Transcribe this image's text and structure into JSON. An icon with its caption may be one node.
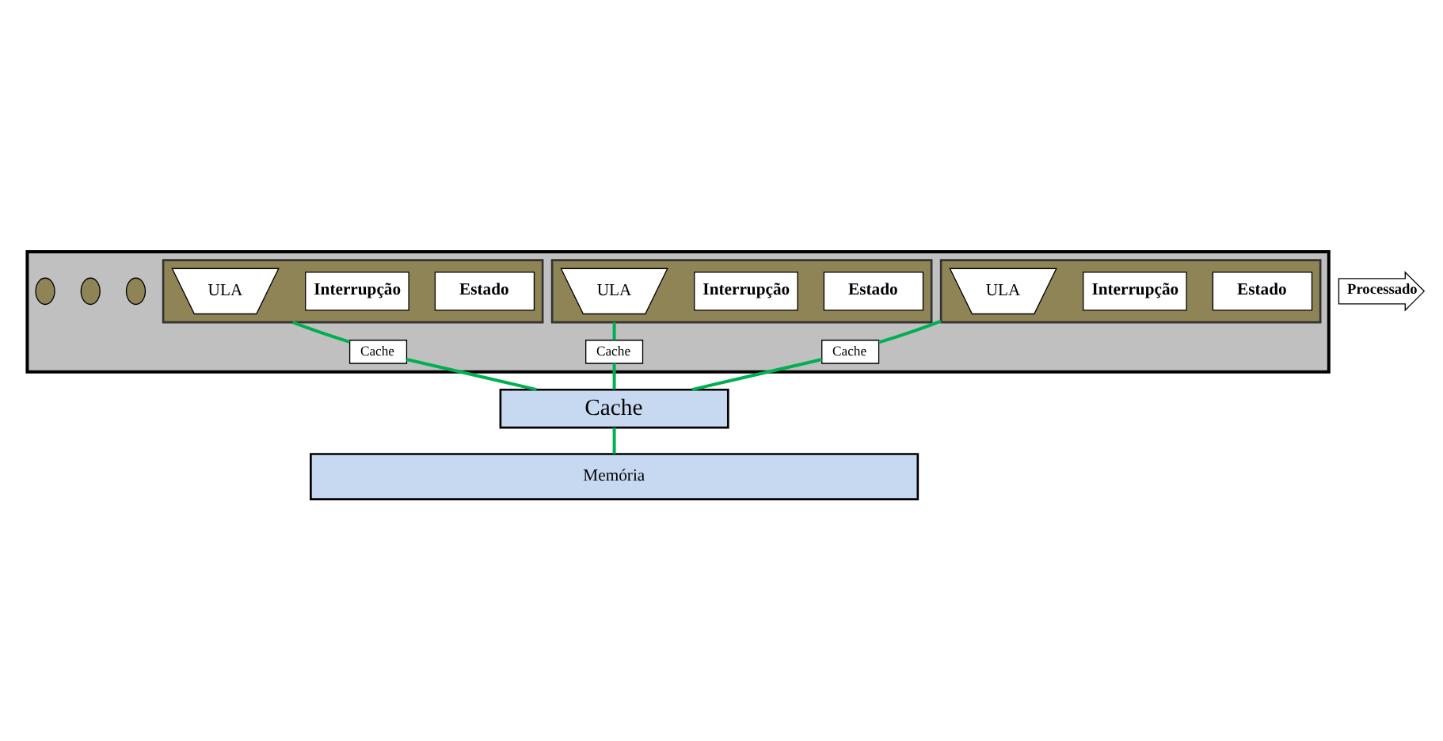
{
  "diagram": {
    "nodes": [
      {
        "text": [],
        "shape": "box"
      },
      {
        "text": [],
        "shape": "box",
        "in": 0
      },
      {
        "text": [
          "Estado"
        ],
        "in": 1
      },
      {
        "text": [
          "Interrupção"
        ],
        "in": 1
      },
      {
        "text": [
          "ULA"
        ],
        "in": 1
      },
      {
        "text": [],
        "shape": "box",
        "in": 0
      },
      {
        "text": [
          "Estado"
        ],
        "in": 5
      },
      {
        "text": [
          "Interrupção"
        ],
        "in": 5
      },
      {
        "text": [
          "ULA"
        ],
        "in": 5
      },
      {
        "text": [],
        "shape": "box",
        "in": 0
      },
      {
        "text": [
          "Estado"
        ],
        "in": 9
      },
      {
        "text": [
          "Interrupção"
        ],
        "in": 9
      },
      {
        "text": [
          "ULA"
        ],
        "in": 9
      },
      {
        "text": [],
        "shape": "circle",
        "in": 0
      },
      {
        "text": [],
        "shape": "circle",
        "in": 0
      },
      {
        "text": [],
        "shape": "circle",
        "in": 0
      },
      {
        "text": [
          "Cache"
        ],
        "in": 0
      },
      {
        "text": [
          "Cache"
        ],
        "in": 0
      },
      {
        "text": [
          "Cache"
        ],
        "in": 0
      },
      {
        "text": [
          "Processado"
        ]
      },
      {
        "text": [
          "Cache"
        ]
      },
      {
        "text": [
          "Memória"
        ]
      }
    ],
    "edges": [
      {
        "from": 1,
        "to": 16,
        "arrow": "none"
      },
      {
        "from": 5,
        "to": 17,
        "arrow": "none"
      },
      {
        "from": 9,
        "to": 18,
        "arrow": "none"
      },
      {
        "from": 16,
        "to": 20,
        "arrow": "none"
      },
      {
        "from": 17,
        "to": 20,
        "arrow": "none"
      },
      {
        "from": 18,
        "to": 20,
        "arrow": "none"
      },
      {
        "from": 20,
        "to": 21,
        "arrow": "none"
      }
    ]
  }
}
